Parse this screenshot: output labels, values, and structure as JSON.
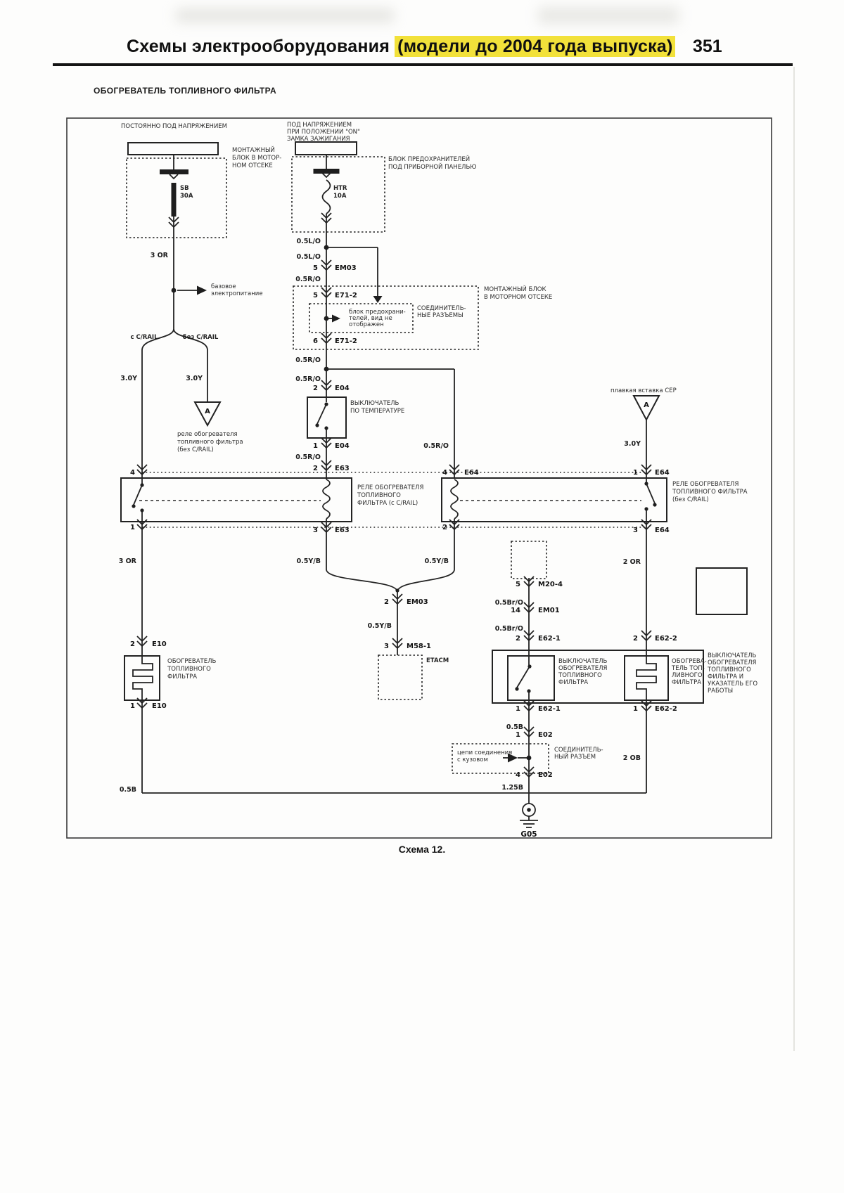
{
  "header": {
    "title": "Схемы электрооборудования",
    "highlight": "(модели до 2004 года выпуска)",
    "page_number": "351"
  },
  "section_title": "ОБОГРЕВАТЕЛЬ ТОПЛИВНОГО ФИЛЬТРА",
  "caption": "Схема 12.",
  "colors": {
    "highlight": "#f2e13a",
    "ink": "#222222"
  },
  "labels": {
    "power_const": "ПОСТОЯННО ПОД НАПРЯЖЕНИЕМ",
    "power_ign": [
      "ПОД НАПРЯЖЕНИЕМ",
      "ПРИ ПОЛОЖЕНИИ \"ON\"",
      "ЗАМКА ЗАЖИГАНИЯ"
    ],
    "engine_block": [
      "МОНТАЖНЫЙ",
      "БЛОК В МОТОР-",
      "НОМ ОТСЕКЕ"
    ],
    "fuse_box": [
      "БЛОК ПРЕДОХРАНИТЕЛЕЙ",
      "ПОД ПРИБОРНОЙ ПАНЕЛЬЮ"
    ],
    "engine_block2": [
      "МОНТАЖНЫЙ БЛОК",
      "В МОТОРНОМ ОТСЕКЕ"
    ],
    "joint_note": [
      "СОЕДИНИТЕЛЬ-",
      "НЫЕ РАЗЪЕМЫ"
    ],
    "inner_note": [
      "блок предохрани-",
      "телей, вид не",
      "отображен"
    ],
    "base_power": [
      "базовое",
      "электропитание"
    ],
    "with_crail": "с C/RAIL",
    "without_crail": "без C/RAIL",
    "relay_note": [
      "реле обогревателя",
      "топливного фильтра",
      "(без C/RAIL)"
    ],
    "fuse_link": "плавкая вставка СЕР",
    "temp_switch": [
      "ВЫКЛЮЧАТЕЛЬ",
      "ПО ТЕМПЕРАТУРЕ"
    ],
    "relay1": [
      "РЕЛЕ ОБОГРЕВАТЕЛЯ",
      "ТОПЛИВНОГО",
      "ФИЛЬТРА (с C/RAIL)"
    ],
    "relay2": [
      "РЕЛЕ ОБОГРЕВАТЕЛЯ",
      "ТОПЛИВНОГО ФИЛЬТРА",
      "(без C/RAIL)"
    ],
    "heater_switch": [
      "ВЫКЛЮЧАТЕЛЬ",
      "ОБОГРЕВАТЕЛЯ",
      "ТОПЛИВНОГО",
      "ФИЛЬТРА"
    ],
    "heater_ind": [
      "ОБОГРЕВА-",
      "ТЕЛЬ ТОП-",
      "ЛИВНОГО",
      "ФИЛЬТРА"
    ],
    "heater_outer": [
      "ВЫКЛЮЧАТЕЛЬ",
      "ОБОГРЕВАТЕЛЯ",
      "ТОПЛИВНОГО",
      "ФИЛЬТРА И",
      "УКАЗАТЕЛЬ ЕГО",
      "РАБОТЫ"
    ],
    "etacm": "ETACM",
    "fuel_heater": [
      "ОБОГРЕВАТЕЛЬ",
      "ТОПЛИВНОГО",
      "ФИЛЬТРА"
    ],
    "conn_note2": [
      "СОЕДИНИТЕЛЬ-",
      "НЫЙ РАЗЪЕМ"
    ],
    "body_note": [
      "цепи соединения",
      "с кузовом"
    ],
    "triangle": "A"
  },
  "fuses": {
    "f1_name": "SB",
    "f1_rating": "30A",
    "f2_name": "HTR",
    "f2_rating": "10A"
  },
  "wires": {
    "w_3or": "3 OR",
    "w_30y": "3.0Y",
    "w_05lo": "0.5L/O",
    "w_05ro": "0.5R/O",
    "w_05yb": "0.5Y/B",
    "w_05bro": "0.5Br/O",
    "w_2or": "2 OR",
    "w_2ob": "2 OB",
    "w_05b": "0.5B",
    "w_125b": "1.25B"
  },
  "connectors": {
    "em03_a": {
      "num": "5",
      "name": "EM03"
    },
    "e71_top": {
      "num": "5",
      "name": "E71-2"
    },
    "e71_bot": {
      "num": "6",
      "name": "E71-2"
    },
    "e04_top": {
      "num": "2",
      "name": "E04"
    },
    "e04_bot": {
      "num": "1",
      "name": "E04"
    },
    "e63_top": {
      "num": "2",
      "name": "E63"
    },
    "e63_bot": {
      "num": "3",
      "name": "E63"
    },
    "e64_top": {
      "num": "4",
      "name": "E64"
    },
    "e64_sw_top": {
      "num": "1",
      "name": "E64"
    },
    "e64_sw_bot": {
      "num": "3",
      "name": "E64"
    },
    "em03_b": {
      "num": "2",
      "name": "EM03"
    },
    "m58": {
      "num": "3",
      "name": "M58-1"
    },
    "m20": {
      "num": "5",
      "name": "M20-4"
    },
    "em01": {
      "num": "14",
      "name": "EM01"
    },
    "e62_1_top": {
      "num": "2",
      "name": "E62-1"
    },
    "e62_2_top": {
      "num": "2",
      "name": "E62-2"
    },
    "e62_1_bot": {
      "num": "1",
      "name": "E62-1"
    },
    "e62_2_bot": {
      "num": "1",
      "name": "E62-2"
    },
    "e02_top": {
      "num": "1",
      "name": "E02"
    },
    "e02_bot": {
      "num": "4",
      "name": "E02"
    },
    "e10_top": {
      "num": "2",
      "name": "E10"
    },
    "e10_bot": {
      "num": "1",
      "name": "E10"
    }
  },
  "pins": {
    "pin4": "4",
    "pin1": "1",
    "pin2": "2"
  },
  "ground": "G05"
}
